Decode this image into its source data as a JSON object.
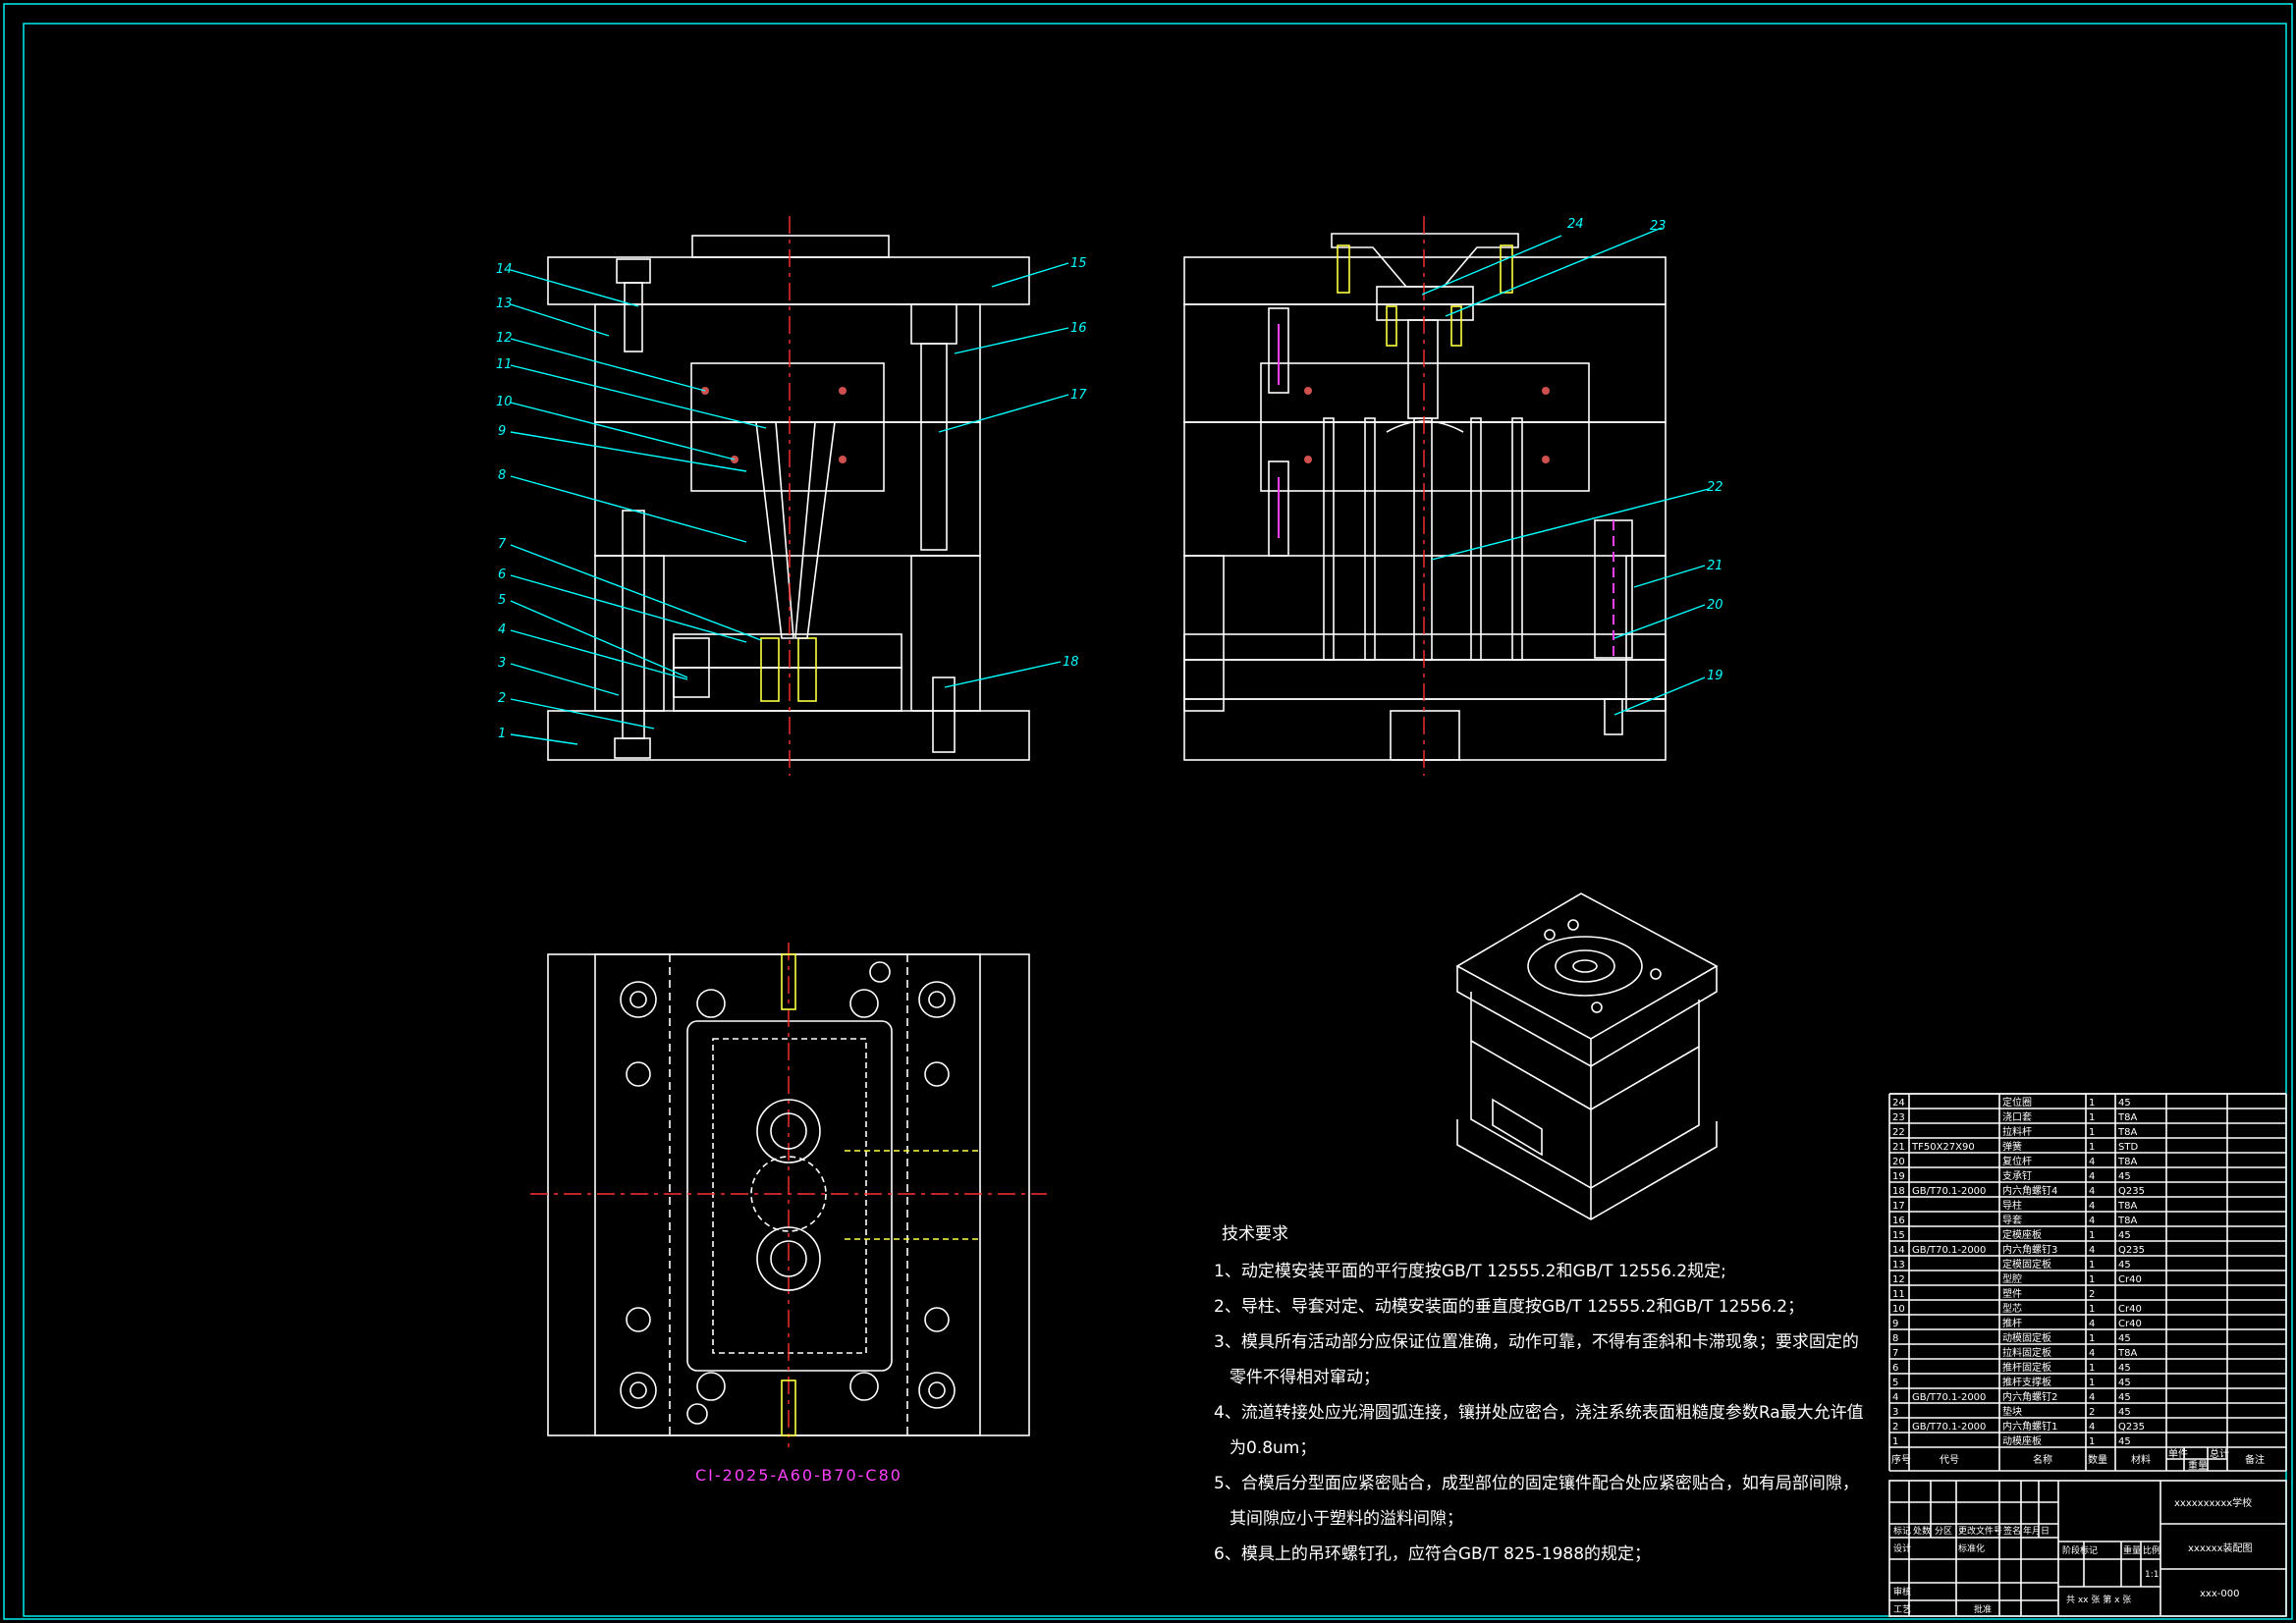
{
  "left_labels": [
    "14",
    "13",
    "12",
    "11",
    "10",
    "9",
    "8",
    "7",
    "6",
    "5",
    "4",
    "3",
    "2",
    "1"
  ],
  "right_labels_left_view": [
    "15",
    "16",
    "17",
    "18"
  ],
  "right_view_labels": [
    "24",
    "23",
    "22",
    "21",
    "20",
    "19"
  ],
  "mold_base_caption": "CI-2025-A60-B70-C80",
  "notes": {
    "title": "技术要求",
    "lines": [
      "1、动定模安装平面的平行度按GB/T 12555.2和GB/T 12556.2规定;",
      "2、导柱、导套对定、动模安装面的垂直度按GB/T 12555.2和GB/T 12556.2；",
      "3、模具所有活动部分应保证位置准确，动作可靠，不得有歪斜和卡滞现象；要求固定的",
      "零件不得相对窜动；",
      "4、流道转接处应光滑圆弧连接，镶拼处应密合，浇注系统表面粗糙度参数Ra最大允许值",
      "为0.8um；",
      "5、合模后分型面应紧密贴合，成型部位的固定镶件配合处应紧密贴合，如有局部间隙，",
      "其间隙应小于塑料的溢料间隙；",
      "6、模具上的吊环螺钉孔，应符合GB/T 825-1988的规定；"
    ]
  },
  "bom": [
    {
      "no": "24",
      "code": "",
      "name": "定位圈",
      "qty": "1",
      "mat": "45",
      "note": ""
    },
    {
      "no": "23",
      "code": "",
      "name": "浇口套",
      "qty": "1",
      "mat": "T8A",
      "note": ""
    },
    {
      "no": "22",
      "code": "",
      "name": "拉料杆",
      "qty": "1",
      "mat": "T8A",
      "note": ""
    },
    {
      "no": "21",
      "code": "TF50X27X90",
      "name": "弹簧",
      "qty": "1",
      "mat": "STD",
      "note": ""
    },
    {
      "no": "20",
      "code": "",
      "name": "复位杆",
      "qty": "4",
      "mat": "T8A",
      "note": ""
    },
    {
      "no": "19",
      "code": "",
      "name": "支承钉",
      "qty": "4",
      "mat": "45",
      "note": ""
    },
    {
      "no": "18",
      "code": "GB/T70.1-2000",
      "name": "内六角螺钉4",
      "qty": "4",
      "mat": "Q235",
      "note": ""
    },
    {
      "no": "17",
      "code": "",
      "name": "导柱",
      "qty": "4",
      "mat": "T8A",
      "note": ""
    },
    {
      "no": "16",
      "code": "",
      "name": "导套",
      "qty": "4",
      "mat": "T8A",
      "note": ""
    },
    {
      "no": "15",
      "code": "",
      "name": "定模座板",
      "qty": "1",
      "mat": "45",
      "note": ""
    },
    {
      "no": "14",
      "code": "GB/T70.1-2000",
      "name": "内六角螺钉3",
      "qty": "4",
      "mat": "Q235",
      "note": ""
    },
    {
      "no": "13",
      "code": "",
      "name": "定模固定板",
      "qty": "1",
      "mat": "45",
      "note": ""
    },
    {
      "no": "12",
      "code": "",
      "name": "型腔",
      "qty": "1",
      "mat": "Cr40",
      "note": ""
    },
    {
      "no": "11",
      "code": "",
      "name": "塑件",
      "qty": "2",
      "mat": "",
      "note": ""
    },
    {
      "no": "10",
      "code": "",
      "name": "型芯",
      "qty": "1",
      "mat": "Cr40",
      "note": ""
    },
    {
      "no": "9",
      "code": "",
      "name": "推杆",
      "qty": "4",
      "mat": "Cr40",
      "note": ""
    },
    {
      "no": "8",
      "code": "",
      "name": "动模固定板",
      "qty": "1",
      "mat": "45",
      "note": ""
    },
    {
      "no": "7",
      "code": "",
      "name": "拉料固定板",
      "qty": "4",
      "mat": "T8A",
      "note": ""
    },
    {
      "no": "6",
      "code": "",
      "name": "推杆固定板",
      "qty": "1",
      "mat": "45",
      "note": ""
    },
    {
      "no": "5",
      "code": "",
      "name": "推杆支撑板",
      "qty": "1",
      "mat": "45",
      "note": ""
    },
    {
      "no": "4",
      "code": "GB/T70.1-2000",
      "name": "内六角螺钉2",
      "qty": "4",
      "mat": "45",
      "note": ""
    },
    {
      "no": "3",
      "code": "",
      "name": "垫块",
      "qty": "2",
      "mat": "45",
      "note": ""
    },
    {
      "no": "2",
      "code": "GB/T70.1-2000",
      "name": "内六角螺钉1",
      "qty": "4",
      "mat": "Q235",
      "note": ""
    },
    {
      "no": "1",
      "code": "",
      "name": "动模座板",
      "qty": "1",
      "mat": "45",
      "note": ""
    }
  ],
  "bom_header": {
    "no": "序号",
    "code": "代号",
    "name": "名称",
    "qty": "数量",
    "mat": "材料",
    "unit_wt": "单件",
    "total_wt": "总计",
    "note": "备注",
    "weight": "重量"
  },
  "title_block": {
    "school": "xxxxxxxxxx学校",
    "drawing_name": "xxxxxx装配图",
    "drawing_no": "xxx-000",
    "scale": "1:1",
    "sheets": "共 xx 张   第 x 张",
    "labels": {
      "mark": "标记",
      "count": "处数",
      "zone": "分区",
      "change_doc": "更改文件号",
      "sign": "签名",
      "date": "年月日",
      "design": "设计",
      "standard": "标准化",
      "stage_mark": "阶段标记",
      "weight": "重量",
      "scale": "比例",
      "review": "审核",
      "process": "工艺",
      "approve": "批准"
    }
  }
}
